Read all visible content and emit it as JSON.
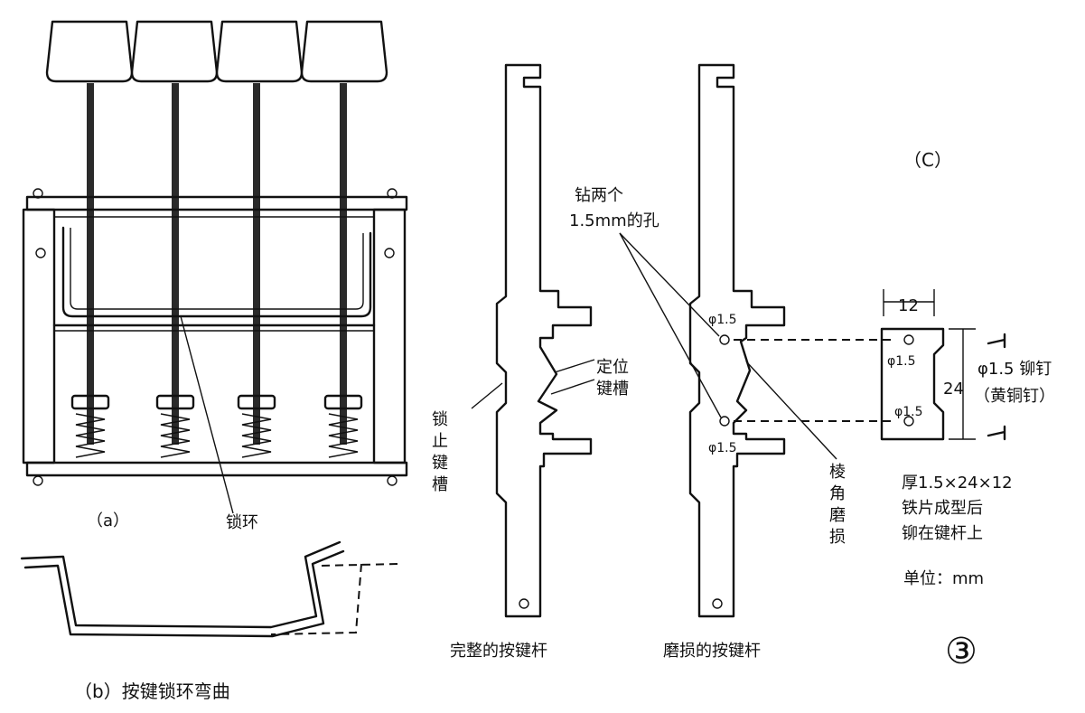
{
  "figure_a": {
    "label": "（a）",
    "lock_ring_label": "锁环"
  },
  "figure_b": {
    "caption": "（b）按键锁环弯曲"
  },
  "figure_intact": {
    "positioning_slot_line1": "定位",
    "positioning_slot_line2": "键槽",
    "lock_slot_chars": [
      "锁",
      "止",
      "键",
      "槽"
    ],
    "caption": "完整的按键杆"
  },
  "figure_worn": {
    "drill_note_line1": "钻两个",
    "drill_note_line2": "1.5mm的孔",
    "hole_label_1": "φ1.5",
    "hole_label_2": "φ1.5",
    "edge_worn_chars": [
      "棱",
      "角",
      "磨",
      "损"
    ],
    "caption": "磨损的按键杆"
  },
  "figure_c": {
    "label": "（C）",
    "width_dim": "12",
    "height_dim": "24",
    "hole_label_1": "φ1.5",
    "hole_label_2": "φ1.5",
    "rivet_line1": "φ1.5 铆钉",
    "rivet_line2": "（黄铜钉）",
    "note_line1": "厚1.5×24×12",
    "note_line2": "铁片成型后",
    "note_line3": "铆在键杆上",
    "unit": "单位：mm"
  },
  "figure_number": "③"
}
